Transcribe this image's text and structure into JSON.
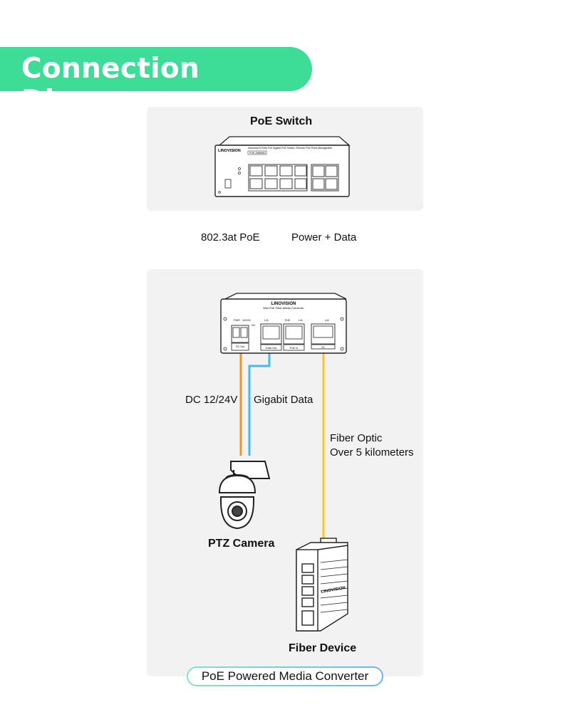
{
  "title": "Connection Diagarm",
  "poe_switch": {
    "label": "PoE Switch",
    "brand": "LINOVISION",
    "description": "Industrial 8 Ports Full Gigabit PoE Switch, Remote PoE Ports Manageable",
    "model": "POE-SW808G"
  },
  "uplink": {
    "left_label": "802.3at PoE",
    "right_label": "Power + Data"
  },
  "converter": {
    "brand": "LINOVISION",
    "subtitle": "Mini PoE Fiber Media Converter",
    "port_labels": [
      "Data Out",
      "PoE In",
      "X1"
    ],
    "indicator_labels": [
      "PWR",
      "12/24V",
      "DC",
      "L/A",
      "PoE",
      "L/A",
      "L/A"
    ],
    "power_label": "DC Out"
  },
  "links": {
    "dc": "DC 12/24V",
    "data": "Gigabit Data",
    "fiber_line1": "Fiber Optic",
    "fiber_line2": "Over 5 kilometers"
  },
  "camera": {
    "label": "PTZ Camera"
  },
  "fiber_device": {
    "label": "Fiber Device",
    "brand": "LINOVISION"
  },
  "footer": "PoE Powered Media Converter",
  "colors": {
    "accent": "#3ddc97",
    "poe_cable": "#4db8e0",
    "dc_cable": "#f7941d",
    "fiber_cable": "#f7c52b",
    "panel": "#f2f2f2"
  }
}
